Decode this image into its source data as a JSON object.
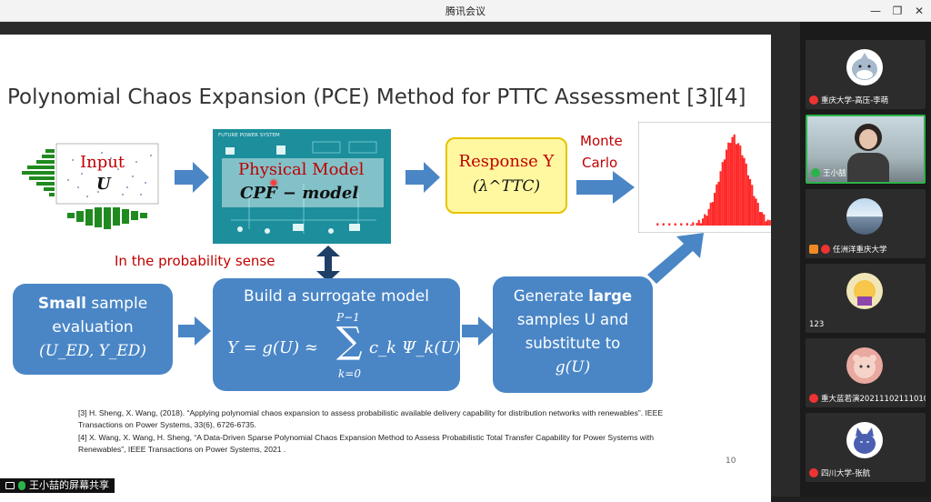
{
  "window": {
    "title": "腾讯会议"
  },
  "slide": {
    "title": "Polynomial Chaos Expansion (PCE) Method for PTTC Assessment [3][4]",
    "input_label": "Input",
    "input_var": "U",
    "physical_model": "Physical Model",
    "cpf_model": "CPF − model",
    "future_power": "FUTURE POWER SYSTEM",
    "response_label": "Response Y",
    "response_var": "(λ^TTC)",
    "monte_carlo_1": "Monte",
    "monte_carlo_2": "Carlo",
    "probability_sense": "In the probability sense",
    "small_sample_bold": "Small",
    "small_sample_rest": " sample",
    "evaluation": "evaluation",
    "ued": "(U_ED, Y_ED)",
    "build_surrogate": "Build a surrogate model",
    "formula_left": "Y = g(U) ≈",
    "formula_sum_top": "P−1",
    "formula_sum_bottom": "k=0",
    "formula_right": "c_k Ψ_k(U)",
    "generate_1": "Generate ",
    "generate_large": "large",
    "generate_2": "samples U and",
    "generate_3": "substitute to",
    "generate_4": "g(U)",
    "ref3": "[3] H. Sheng, X. Wang, (2018). “Applying polynomial chaos expansion to assess probabilistic available delivery capability for distribution networks with renewables”. IEEE Transactions on Power Systems, 33(6), 6726-6735.",
    "ref4": "[4] X. Wang, X. Wang, H. Sheng, “A Data-Driven Sparse Polynomial Chaos Expansion Method to Assess Probabilistic Total Transfer Capability for Power Systems with Renewables”, IEEE Transactions on Power Systems, 2021 .",
    "page_number": "10"
  },
  "share_label": "王小喆的屏幕共享",
  "participants": [
    {
      "name": "重庆大学-高压-李萌",
      "mic": "off"
    },
    {
      "name": "王小喆",
      "mic": "on"
    },
    {
      "name": "任洲洋重庆大学",
      "mic": "off"
    },
    {
      "name": "123",
      "mic": "none"
    },
    {
      "name": "重大蓝若演20211102111010",
      "mic": "off"
    },
    {
      "name": "四川大学-张航",
      "mic": "off"
    }
  ]
}
